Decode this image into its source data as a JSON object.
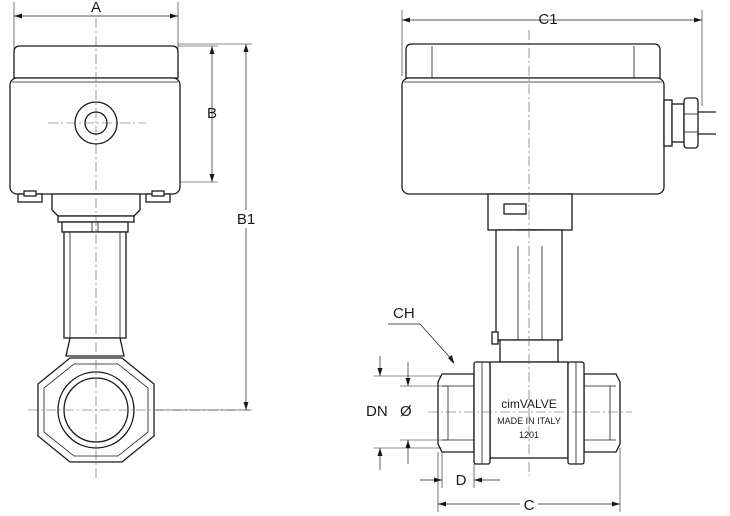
{
  "dimensions": {
    "A": "A",
    "B": "B",
    "B1": "B1",
    "C1": "C1",
    "CH": "CH",
    "DN": "DN",
    "phi": "Ø",
    "D": "D",
    "C": "C"
  },
  "valve_marking": {
    "brand_prefix": "cim",
    "brand_suffix": "VALVE",
    "origin": "MADE IN ITALY",
    "model": "1201"
  }
}
